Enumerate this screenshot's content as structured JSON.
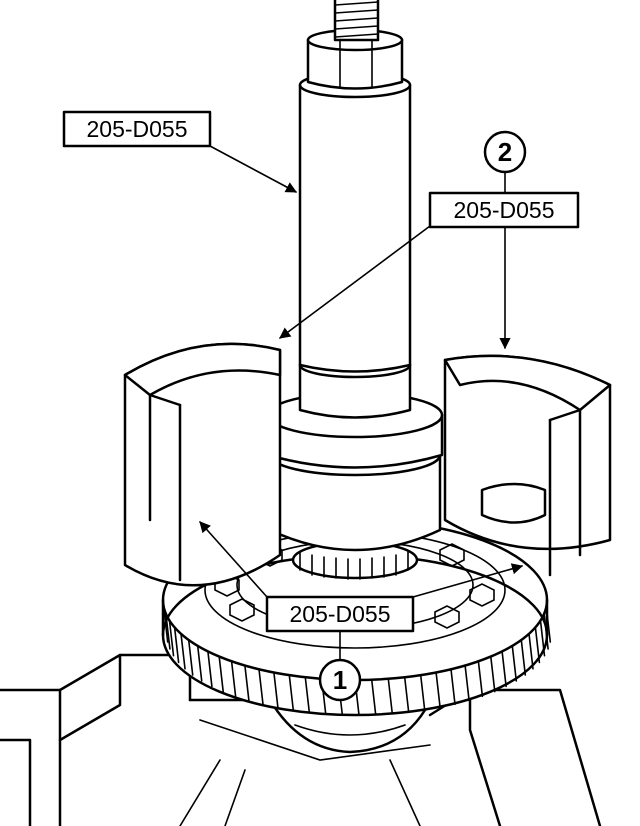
{
  "callouts": {
    "tool_top_left": "205-D055",
    "tool_mid_right": "205-D055",
    "tool_bottom": "205-D055",
    "item_1": "1",
    "item_2": "2"
  },
  "colors": {
    "line": "#000000",
    "background": "#ffffff"
  }
}
